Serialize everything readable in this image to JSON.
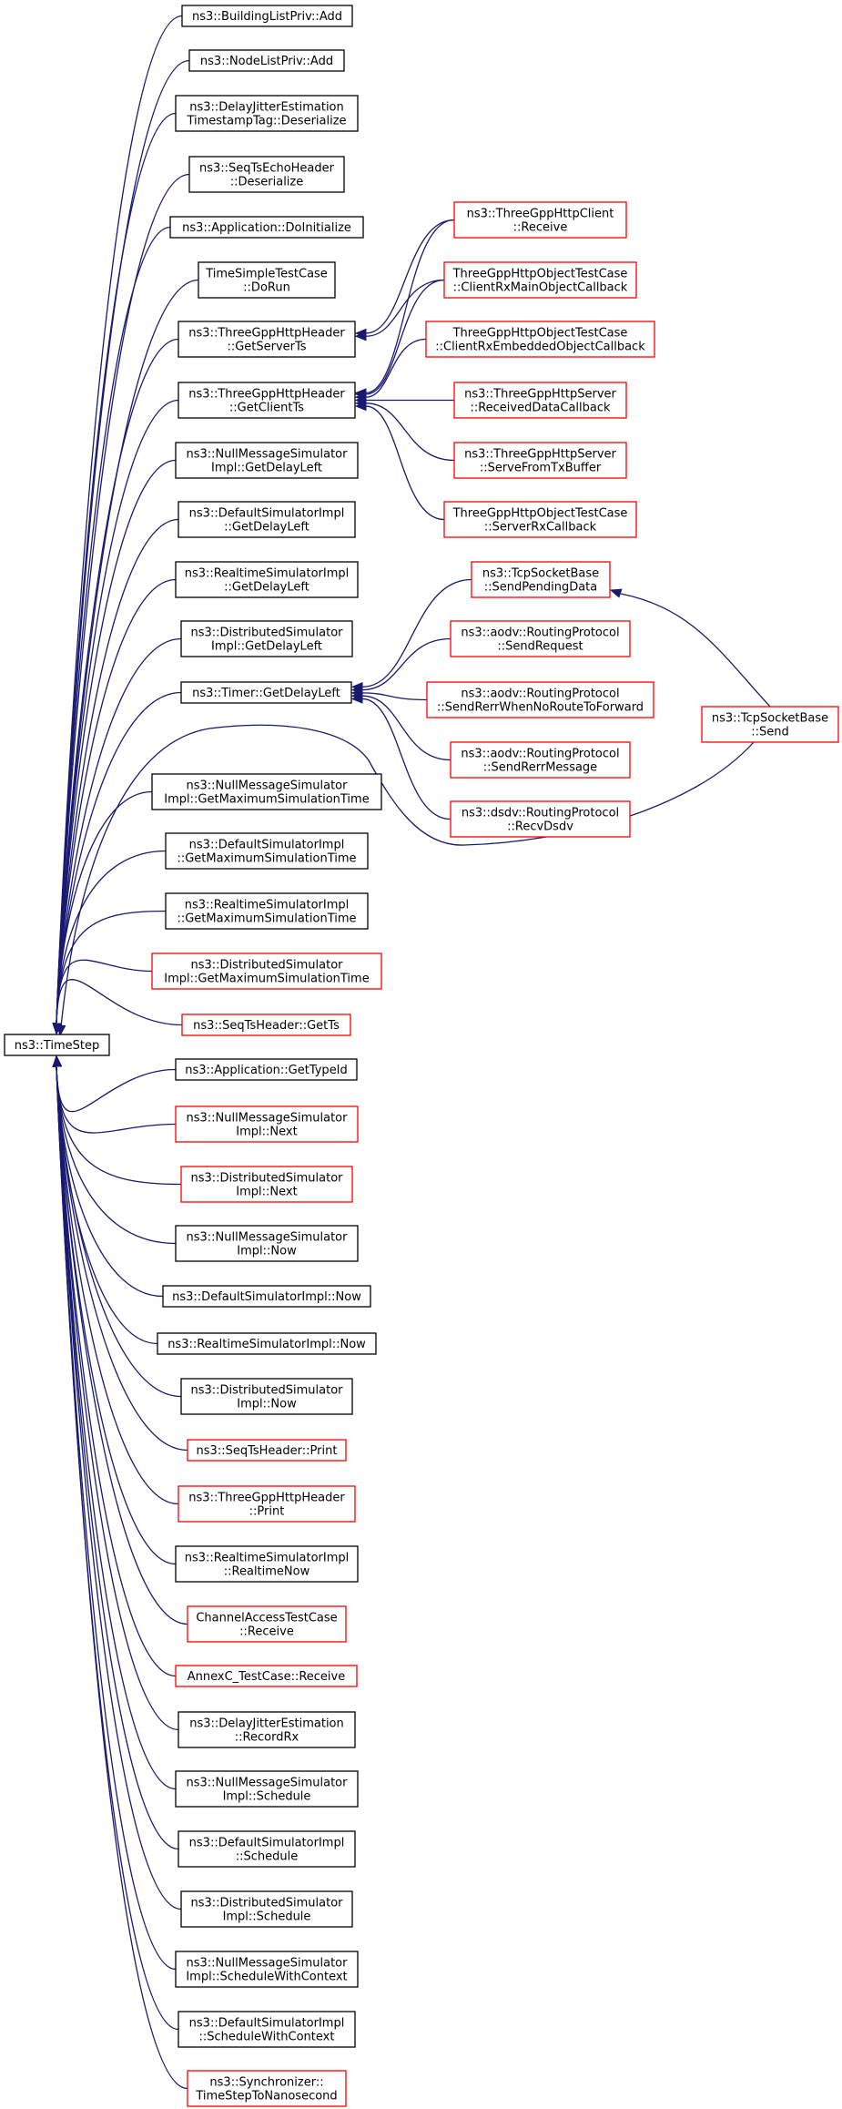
{
  "colors": {
    "edge": "#191970",
    "documented_border": "#000000",
    "undocumented_border": "#ff0000",
    "root_fill": "#bfbfbf"
  },
  "root": {
    "id": "root",
    "lines": [
      "ns3::TimeStep"
    ]
  },
  "nodes": [
    {
      "id": "n1",
      "lines": [
        "ns3::BuildingListPriv::Add"
      ],
      "border": "black"
    },
    {
      "id": "n2",
      "lines": [
        "ns3::NodeListPriv::Add"
      ],
      "border": "black"
    },
    {
      "id": "n3",
      "lines": [
        "ns3::DelayJitterEstimation",
        "TimestampTag::Deserialize"
      ],
      "border": "black"
    },
    {
      "id": "n4",
      "lines": [
        "ns3::SeqTsEchoHeader",
        "::Deserialize"
      ],
      "border": "black"
    },
    {
      "id": "n5",
      "lines": [
        "ns3::Application::DoInitialize"
      ],
      "border": "black"
    },
    {
      "id": "n6",
      "lines": [
        "TimeSimpleTestCase",
        "::DoRun"
      ],
      "border": "black"
    },
    {
      "id": "n7",
      "lines": [
        "ns3::ThreeGppHttpHeader",
        "::GetServerTs"
      ],
      "border": "black"
    },
    {
      "id": "n8",
      "lines": [
        "ns3::ThreeGppHttpHeader",
        "::GetClientTs"
      ],
      "border": "black"
    },
    {
      "id": "n9",
      "lines": [
        "ns3::NullMessageSimulator",
        "Impl::GetDelayLeft"
      ],
      "border": "black"
    },
    {
      "id": "n10",
      "lines": [
        "ns3::DefaultSimulatorImpl",
        "::GetDelayLeft"
      ],
      "border": "black"
    },
    {
      "id": "n11",
      "lines": [
        "ns3::RealtimeSimulatorImpl",
        "::GetDelayLeft"
      ],
      "border": "black"
    },
    {
      "id": "n12",
      "lines": [
        "ns3::DistributedSimulator",
        "Impl::GetDelayLeft"
      ],
      "border": "black"
    },
    {
      "id": "n13",
      "lines": [
        "ns3::Timer::GetDelayLeft"
      ],
      "border": "black"
    },
    {
      "id": "n14",
      "lines": [
        "ns3::NullMessageSimulator",
        "Impl::GetMaximumSimulationTime"
      ],
      "border": "black"
    },
    {
      "id": "n15",
      "lines": [
        "ns3::DefaultSimulatorImpl",
        "::GetMaximumSimulationTime"
      ],
      "border": "black"
    },
    {
      "id": "n16",
      "lines": [
        "ns3::RealtimeSimulatorImpl",
        "::GetMaximumSimulationTime"
      ],
      "border": "black"
    },
    {
      "id": "n17",
      "lines": [
        "ns3::DistributedSimulator",
        "Impl::GetMaximumSimulationTime"
      ],
      "border": "red"
    },
    {
      "id": "n18",
      "lines": [
        "ns3::SeqTsHeader::GetTs"
      ],
      "border": "red"
    },
    {
      "id": "n19",
      "lines": [
        "ns3::Application::GetTypeId"
      ],
      "border": "black"
    },
    {
      "id": "n20",
      "lines": [
        "ns3::NullMessageSimulator",
        "Impl::Next"
      ],
      "border": "red"
    },
    {
      "id": "n21",
      "lines": [
        "ns3::DistributedSimulator",
        "Impl::Next"
      ],
      "border": "red"
    },
    {
      "id": "n22",
      "lines": [
        "ns3::NullMessageSimulator",
        "Impl::Now"
      ],
      "border": "black"
    },
    {
      "id": "n23",
      "lines": [
        "ns3::DefaultSimulatorImpl::Now"
      ],
      "border": "black"
    },
    {
      "id": "n24",
      "lines": [
        "ns3::RealtimeSimulatorImpl::Now"
      ],
      "border": "black"
    },
    {
      "id": "n25",
      "lines": [
        "ns3::DistributedSimulator",
        "Impl::Now"
      ],
      "border": "black"
    },
    {
      "id": "n26",
      "lines": [
        "ns3::SeqTsHeader::Print"
      ],
      "border": "red"
    },
    {
      "id": "n27",
      "lines": [
        "ns3::ThreeGppHttpHeader",
        "::Print"
      ],
      "border": "red"
    },
    {
      "id": "n28",
      "lines": [
        "ns3::RealtimeSimulatorImpl",
        "::RealtimeNow"
      ],
      "border": "black"
    },
    {
      "id": "n29",
      "lines": [
        "ChannelAccessTestCase",
        "::Receive"
      ],
      "border": "red"
    },
    {
      "id": "n30",
      "lines": [
        "AnnexC_TestCase::Receive"
      ],
      "border": "red"
    },
    {
      "id": "n31",
      "lines": [
        "ns3::DelayJitterEstimation",
        "::RecordRx"
      ],
      "border": "black"
    },
    {
      "id": "n32",
      "lines": [
        "ns3::NullMessageSimulator",
        "Impl::Schedule"
      ],
      "border": "black"
    },
    {
      "id": "n33",
      "lines": [
        "ns3::DefaultSimulatorImpl",
        "::Schedule"
      ],
      "border": "black"
    },
    {
      "id": "n34",
      "lines": [
        "ns3::DistributedSimulator",
        "Impl::Schedule"
      ],
      "border": "black"
    },
    {
      "id": "n35",
      "lines": [
        "ns3::NullMessageSimulator",
        "Impl::ScheduleWithContext"
      ],
      "border": "black"
    },
    {
      "id": "n36",
      "lines": [
        "ns3::DefaultSimulatorImpl",
        "::ScheduleWithContext"
      ],
      "border": "black"
    },
    {
      "id": "n37",
      "lines": [
        "ns3::Synchronizer::",
        "TimeStepToNanosecond"
      ],
      "border": "red"
    },
    {
      "id": "h1",
      "lines": [
        "ns3::ThreeGppHttpClient",
        "::Receive"
      ],
      "border": "red"
    },
    {
      "id": "h2",
      "lines": [
        "ThreeGppHttpObjectTestCase",
        "::ClientRxMainObjectCallback"
      ],
      "border": "red"
    },
    {
      "id": "h3",
      "lines": [
        "ThreeGppHttpObjectTestCase",
        "::ClientRxEmbeddedObjectCallback"
      ],
      "border": "red"
    },
    {
      "id": "h4",
      "lines": [
        "ns3::ThreeGppHttpServer",
        "::ReceivedDataCallback"
      ],
      "border": "red"
    },
    {
      "id": "h5",
      "lines": [
        "ns3::ThreeGppHttpServer",
        "::ServeFromTxBuffer"
      ],
      "border": "red"
    },
    {
      "id": "h6",
      "lines": [
        "ThreeGppHttpObjectTestCase",
        "::ServerRxCallback"
      ],
      "border": "red"
    },
    {
      "id": "t1",
      "lines": [
        "ns3::TcpSocketBase",
        "::SendPendingData"
      ],
      "border": "red"
    },
    {
      "id": "t2",
      "lines": [
        "ns3::aodv::RoutingProtocol",
        "::SendRequest"
      ],
      "border": "red"
    },
    {
      "id": "t3",
      "lines": [
        "ns3::aodv::RoutingProtocol",
        "::SendRerrWhenNoRouteToForward"
      ],
      "border": "red"
    },
    {
      "id": "t4",
      "lines": [
        "ns3::aodv::RoutingProtocol",
        "::SendRerrMessage"
      ],
      "border": "red"
    },
    {
      "id": "t5",
      "lines": [
        "ns3::dsdv::RoutingProtocol",
        "::RecvDsdv"
      ],
      "border": "red"
    },
    {
      "id": "s1",
      "lines": [
        "ns3::TcpSocketBase",
        "::Send"
      ],
      "border": "red"
    }
  ],
  "edges": [
    {
      "from": "n1",
      "to": "root"
    },
    {
      "from": "n2",
      "to": "root"
    },
    {
      "from": "n3",
      "to": "root"
    },
    {
      "from": "n4",
      "to": "root"
    },
    {
      "from": "n5",
      "to": "root"
    },
    {
      "from": "n6",
      "to": "root"
    },
    {
      "from": "n7",
      "to": "root"
    },
    {
      "from": "n8",
      "to": "root"
    },
    {
      "from": "n9",
      "to": "root"
    },
    {
      "from": "n10",
      "to": "root"
    },
    {
      "from": "n11",
      "to": "root"
    },
    {
      "from": "n12",
      "to": "root"
    },
    {
      "from": "n13",
      "to": "root"
    },
    {
      "from": "n14",
      "to": "root"
    },
    {
      "from": "n15",
      "to": "root"
    },
    {
      "from": "n16",
      "to": "root"
    },
    {
      "from": "n17",
      "to": "root"
    },
    {
      "from": "n18",
      "to": "root"
    },
    {
      "from": "n19",
      "to": "root"
    },
    {
      "from": "n20",
      "to": "root"
    },
    {
      "from": "n21",
      "to": "root"
    },
    {
      "from": "n22",
      "to": "root"
    },
    {
      "from": "n23",
      "to": "root"
    },
    {
      "from": "n24",
      "to": "root"
    },
    {
      "from": "n25",
      "to": "root"
    },
    {
      "from": "n26",
      "to": "root"
    },
    {
      "from": "n27",
      "to": "root"
    },
    {
      "from": "n28",
      "to": "root"
    },
    {
      "from": "n29",
      "to": "root"
    },
    {
      "from": "n30",
      "to": "root"
    },
    {
      "from": "n31",
      "to": "root"
    },
    {
      "from": "n32",
      "to": "root"
    },
    {
      "from": "n33",
      "to": "root"
    },
    {
      "from": "n34",
      "to": "root"
    },
    {
      "from": "n35",
      "to": "root"
    },
    {
      "from": "n36",
      "to": "root"
    },
    {
      "from": "n37",
      "to": "root"
    },
    {
      "from": "s1",
      "to": "root"
    },
    {
      "from": "h1",
      "to": "n7"
    },
    {
      "from": "h2",
      "to": "n7"
    },
    {
      "from": "h1",
      "to": "n8"
    },
    {
      "from": "h2",
      "to": "n8"
    },
    {
      "from": "h3",
      "to": "n8"
    },
    {
      "from": "h4",
      "to": "n8"
    },
    {
      "from": "h5",
      "to": "n8"
    },
    {
      "from": "h6",
      "to": "n8"
    },
    {
      "from": "t1",
      "to": "n13"
    },
    {
      "from": "t2",
      "to": "n13"
    },
    {
      "from": "t3",
      "to": "n13"
    },
    {
      "from": "t4",
      "to": "n13"
    },
    {
      "from": "t5",
      "to": "n13"
    },
    {
      "from": "s1",
      "to": "t1"
    }
  ]
}
